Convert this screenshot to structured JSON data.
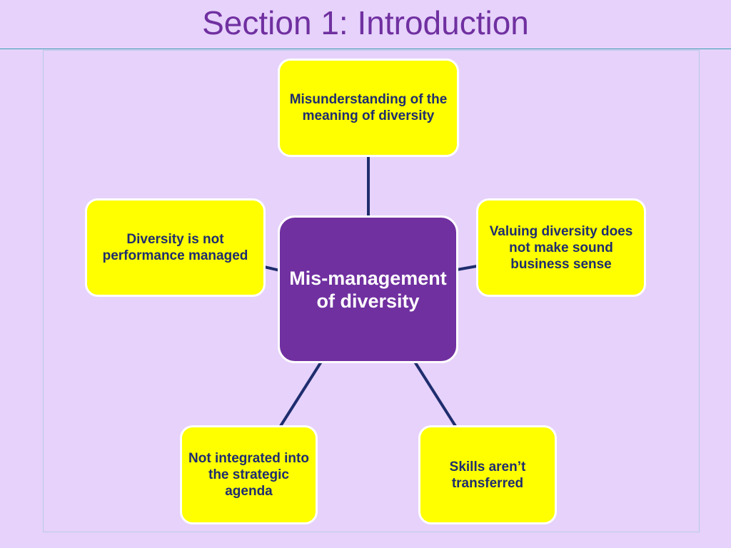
{
  "title": "Section 1: Introduction",
  "diagram": {
    "center": "Mis-management of diversity",
    "nodes": {
      "top": "Misunderstanding of the meaning of diversity",
      "left": "Diversity is not performance managed",
      "right": "Valuing diversity does not make sound business sense",
      "bottom_left": "Not integrated into the strategic agenda",
      "bottom_right": "Skills aren’t transferred"
    }
  },
  "colors": {
    "background": "#e6d2fb",
    "title": "#7030a0",
    "center_fill": "#7030a0",
    "outer_fill": "#ffff00",
    "outer_text": "#1f2d6e",
    "connector": "#1f2d6e"
  }
}
